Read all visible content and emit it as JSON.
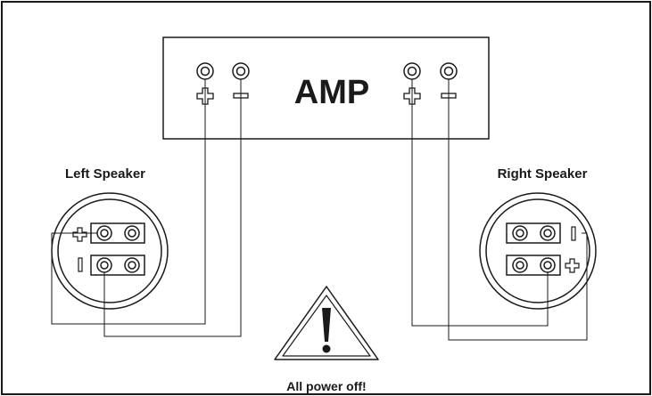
{
  "amp": {
    "title": "AMP"
  },
  "left_speaker": {
    "label": "Left Speaker"
  },
  "right_speaker": {
    "label": "Right Speaker"
  },
  "warning": {
    "text": "All power off!"
  },
  "colors": {
    "line": "#1a1a1a",
    "background": "#ffffff"
  }
}
